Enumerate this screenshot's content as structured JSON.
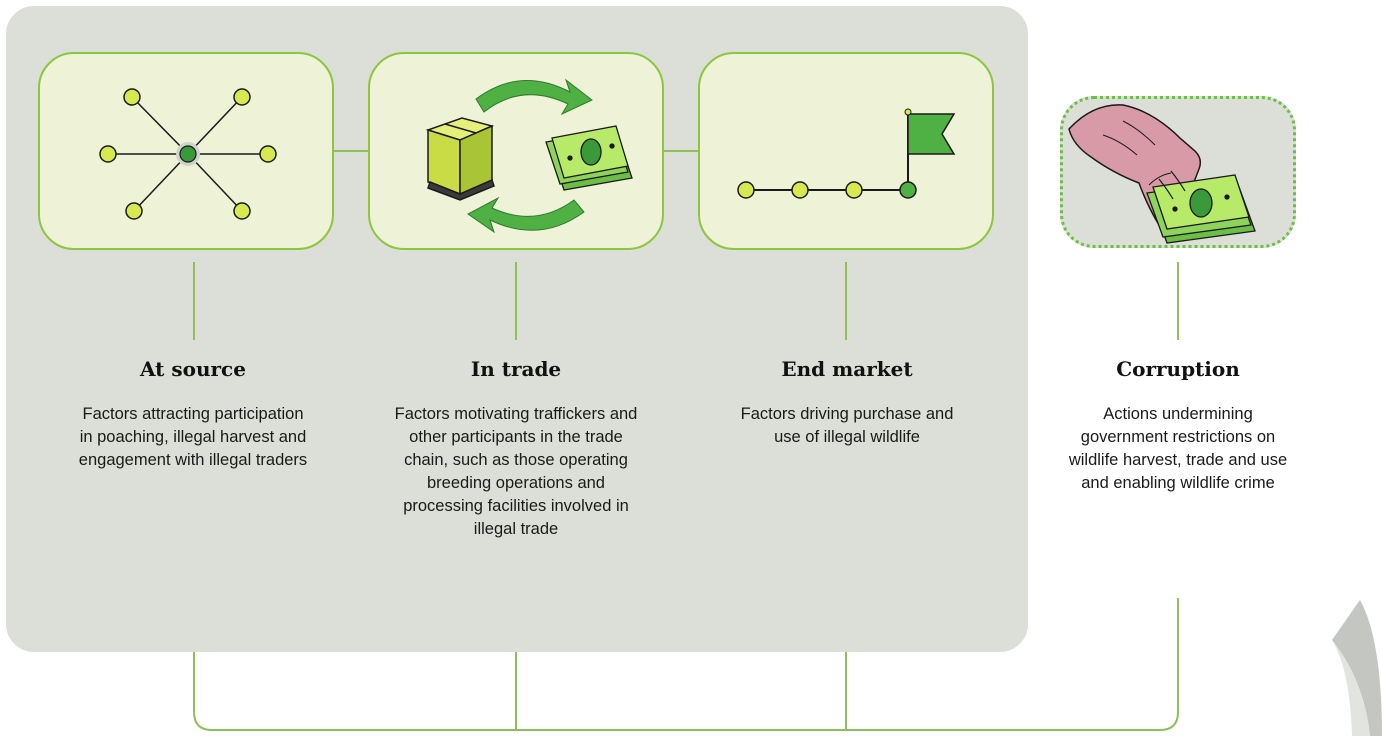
{
  "stages": [
    {
      "id": "at-source",
      "title": "At source",
      "description": "Factors attracting participation in poaching, illegal harvest and engagement with illegal traders",
      "icon": "network-node-icon"
    },
    {
      "id": "in-trade",
      "title": "In trade",
      "description": "Factors motivating traffickers and other participants in the trade chain, such as those operating breeding operations and processing facilities involved in illegal trade",
      "icon": "box-money-exchange-icon"
    },
    {
      "id": "end-market",
      "title": "End market",
      "description": "Factors driving purchase and use of illegal wildlife",
      "icon": "path-flag-icon"
    }
  ],
  "corruption": {
    "title": "Corruption",
    "description": "Actions undermining government restrictions on wildlife harvest, trade and use and enabling wildlife crime",
    "icon": "hand-money-icon"
  },
  "colors": {
    "panel": "#dcded8",
    "card_fill": "#eef3d8",
    "accent_green": "#8cc63f",
    "dark_green": "#3a9a3a",
    "line_green": "#7cc35a",
    "node_fill": "#d8e84f"
  }
}
